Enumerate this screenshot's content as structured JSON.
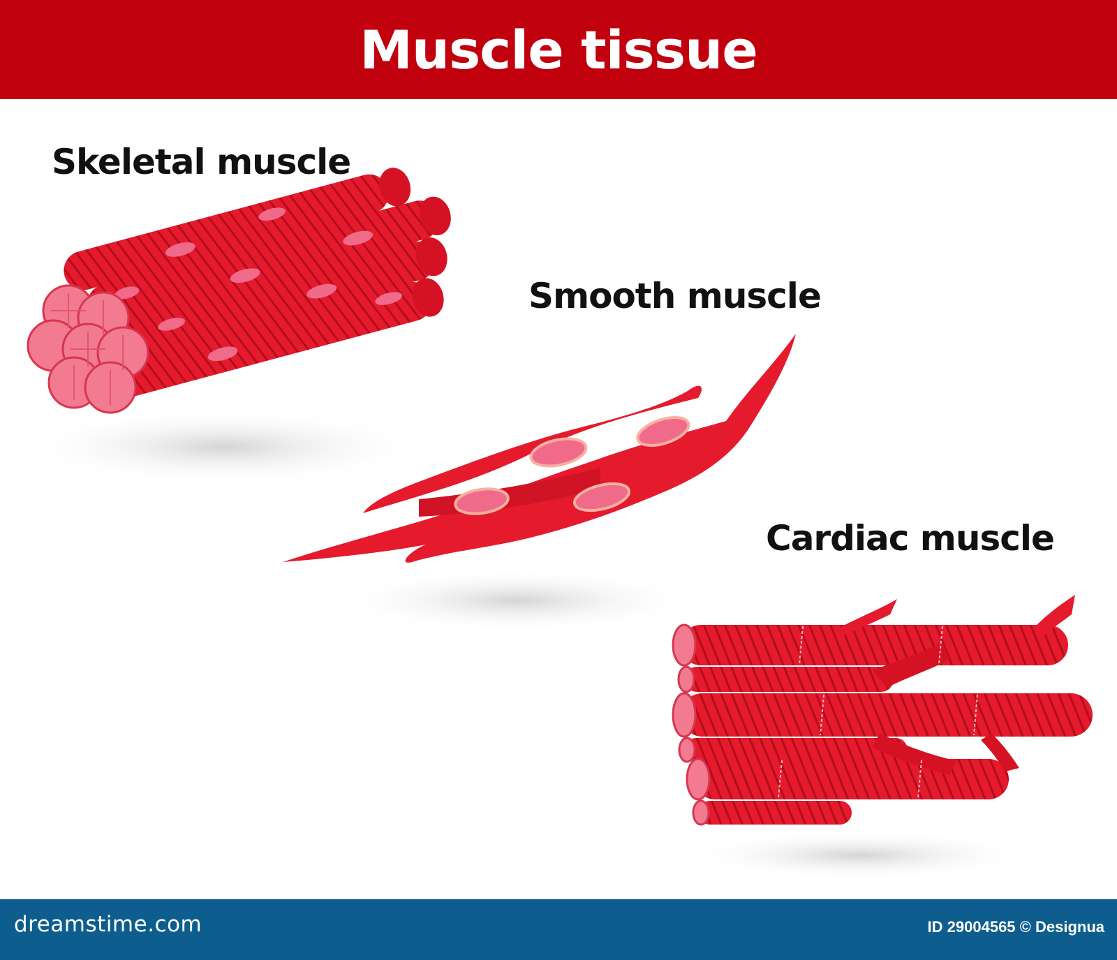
{
  "title": "Muscle tissue",
  "labels": {
    "skeletal": "Skeletal muscle",
    "smooth": "Smooth muscle",
    "cardiac": "Cardiac muscle"
  },
  "footer": {
    "site": "dreamstime.com",
    "credit": "ID 29004565 © Designua"
  },
  "colors": {
    "header": "#c1000e",
    "footer": "#0d5e8e",
    "muscle": "#e8192c",
    "muscle_dark": "#b50c1c",
    "nucleus": "#f06a8a",
    "fiber_end": "#f27b92"
  }
}
